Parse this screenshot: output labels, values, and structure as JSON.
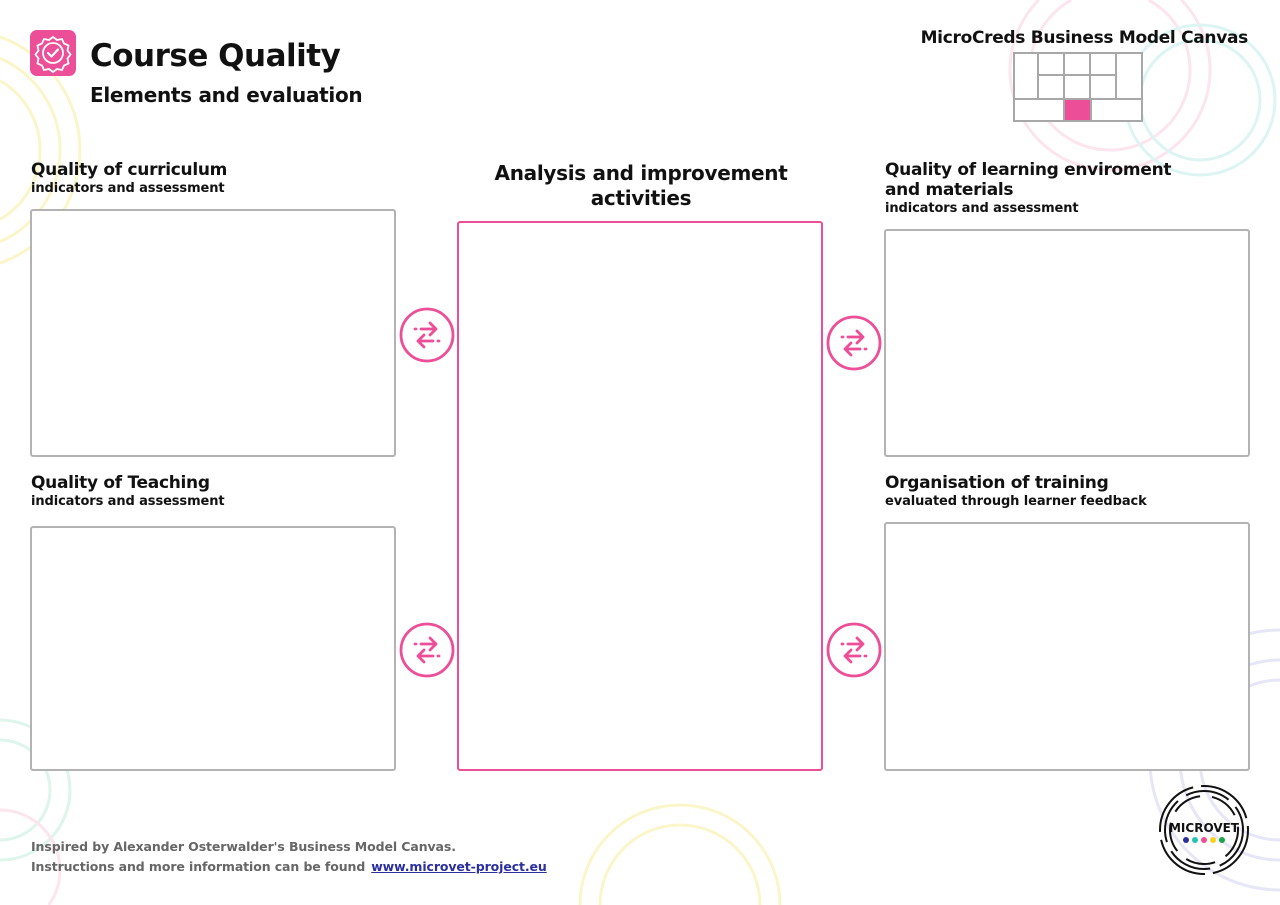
{
  "header": {
    "title": "Course Quality",
    "subtitle": "Elements and evaluation",
    "brand": "MicroCreds Business Model Canvas"
  },
  "sections": {
    "curriculum": {
      "title": "Quality of curriculum",
      "subtitle": "indicators and assessment"
    },
    "teaching": {
      "title": "Quality of Teaching",
      "subtitle": "indicators and assessment"
    },
    "analysis": {
      "title_line1": "Analysis and improvement",
      "title_line2": "activities"
    },
    "environment": {
      "title_line1": "Quality of learning enviroment",
      "title_line2": "and materials",
      "subtitle": "indicators and assessment"
    },
    "organisation": {
      "title": "Organisation of training",
      "subtitle": "evaluated through learner feedback"
    }
  },
  "footer": {
    "line1": "Inspired by Alexander Osterwalder's Business Model Canvas.",
    "line2": "Instructions and more information can be found",
    "link": "www.microvet-project.eu"
  },
  "logo": {
    "text": "MICROVET",
    "dots": [
      "#2b2f9e",
      "#22c3b8",
      "#ec4f98",
      "#f6d21c",
      "#1aa548"
    ]
  },
  "colors": {
    "accent": "#ec4f98",
    "box_border": "#b3b3b3"
  }
}
